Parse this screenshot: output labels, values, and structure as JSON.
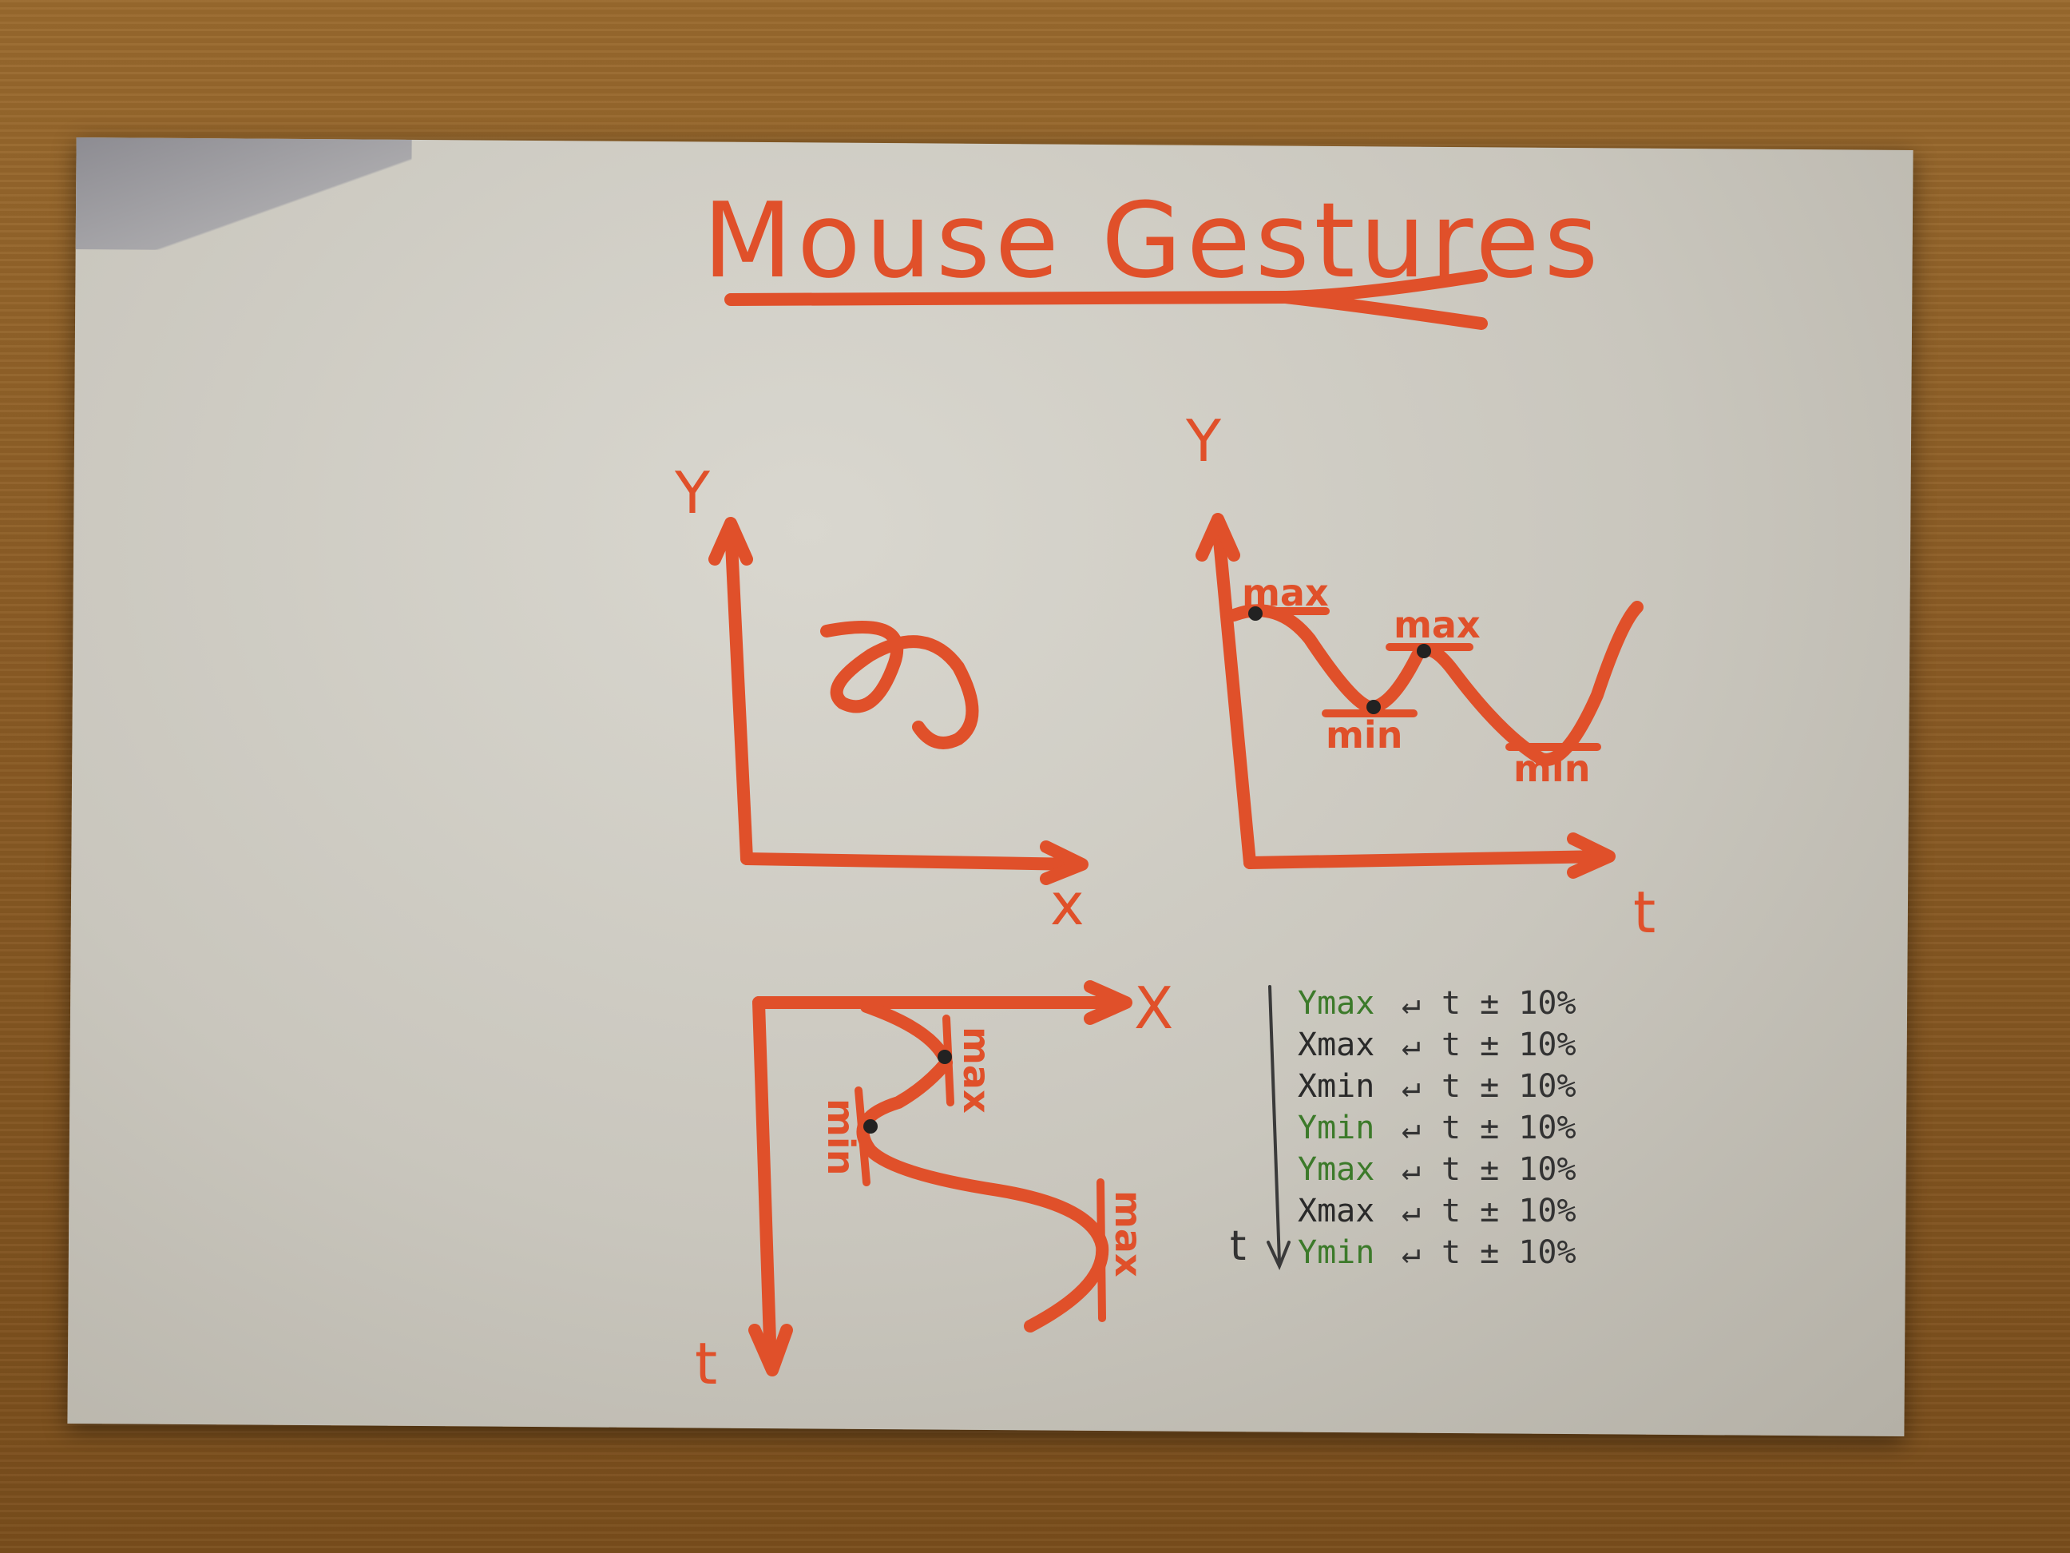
{
  "title": "Mouse Gestures",
  "colors": {
    "marker": "#e0502a",
    "pen": "#333333",
    "green_ink": "#3c7a2a",
    "black_ink": "#2a2a2a"
  },
  "diagram_xy": {
    "y_label": "Y",
    "x_label": "x"
  },
  "diagram_yt": {
    "y_label": "Y",
    "t_label": "t",
    "marks": [
      "max",
      "min",
      "max",
      "min"
    ]
  },
  "diagram_xt": {
    "x_label": "X",
    "t_label": "t",
    "marks": [
      "max",
      "min",
      "max"
    ]
  },
  "notes": {
    "time_axis_label": "t",
    "rows": [
      {
        "symbol": "Ymax",
        "tolerance": "t ± 10%",
        "ink": "green"
      },
      {
        "symbol": "Xmax",
        "tolerance": "t ± 10%",
        "ink": "black"
      },
      {
        "symbol": "Xmin",
        "tolerance": "t ± 10%",
        "ink": "black"
      },
      {
        "symbol": "Ymin",
        "tolerance": "t ± 10%",
        "ink": "green"
      },
      {
        "symbol": "Ymax",
        "tolerance": "t ± 10%",
        "ink": "green"
      },
      {
        "symbol": "Xmax",
        "tolerance": "t ± 10%",
        "ink": "black"
      },
      {
        "symbol": "Ymin",
        "tolerance": "t ± 10%",
        "ink": "green"
      }
    ]
  }
}
